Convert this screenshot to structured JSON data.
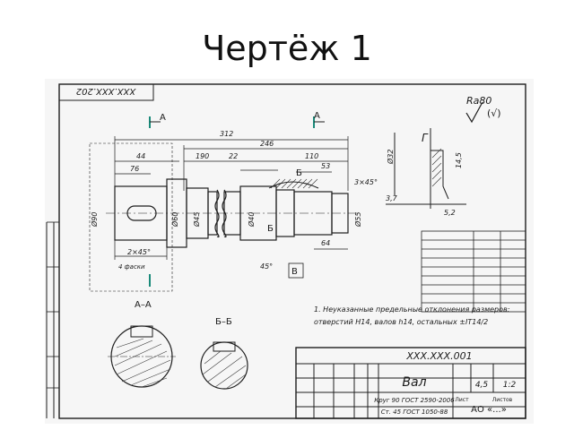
{
  "slide": {
    "title": "Чертёж 1"
  },
  "drawing": {
    "stamp_number": "ХХХ.ХХХ.202",
    "roughness": "Ra80",
    "section_labels": {
      "a": "А",
      "b": "Б",
      "v": "В",
      "aa": "А–А",
      "bb": "Б–Б",
      "detail": "Г"
    },
    "dims": [
      "312",
      "246",
      "110",
      "22",
      "190",
      "44",
      "76",
      "53",
      "2×45°",
      "4 фаски",
      "Ø90",
      "Ø60",
      "Ø45",
      "Ø40",
      "Ø55",
      "3×45°",
      "64",
      "45°",
      "3,7",
      "5,2",
      "Ø32",
      "14,5"
    ],
    "notes": [
      "1. Неуказанные предельные отклонения размеров:",
      "отверстий Н14, валов h14, остальных ±IT14/2"
    ],
    "title_block": {
      "doc_code": "ХХХ.ХХХ.001",
      "part_name": "Вал",
      "material_line1": "Ст. 45 ГОСТ 1050-88",
      "material_line2": "Круг 90 ГОСТ 2590-2006",
      "mass": "4,5",
      "scale": "1:2",
      "sheet_label": "Лист",
      "sheets_label": "Листов",
      "org": "АО «...»"
    }
  }
}
